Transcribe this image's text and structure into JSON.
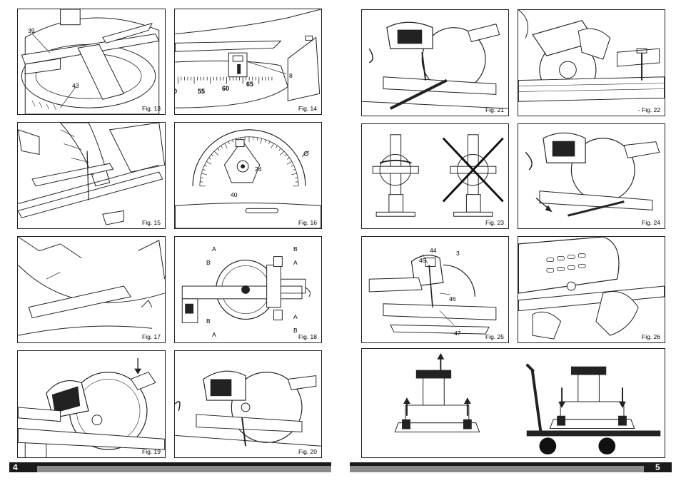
{
  "left_page": {
    "page_number": "4",
    "figures": [
      {
        "id": "fig13",
        "caption": "Fig. 13",
        "callouts": [
          "39",
          "43"
        ]
      },
      {
        "id": "fig14",
        "caption": "Fig. 14",
        "callouts": [
          "8"
        ],
        "scale_labels": [
          "0",
          "55",
          "60",
          "65"
        ]
      },
      {
        "id": "fig15",
        "caption": "Fig. 15",
        "callouts": []
      },
      {
        "id": "fig16",
        "caption": "Fig. 16",
        "callouts": [
          "24",
          "40"
        ]
      },
      {
        "id": "fig17",
        "caption": "Fig. 17",
        "callouts": []
      },
      {
        "id": "fig18",
        "caption": "Fig. 18",
        "callouts": [
          "A",
          "B",
          "B",
          "A",
          "B",
          "A",
          "A",
          "B"
        ]
      },
      {
        "id": "fig19",
        "caption": "Fig. 19",
        "callouts": []
      },
      {
        "id": "fig20",
        "caption": "Fig. 20",
        "callouts": []
      }
    ]
  },
  "right_page": {
    "page_number": "5",
    "figures": [
      {
        "id": "fig21",
        "caption": "Fig. 21",
        "callouts": []
      },
      {
        "id": "fig22",
        "caption": "- Fig. 22",
        "callouts": []
      },
      {
        "id": "fig23",
        "caption": "Fig. 23",
        "callouts": []
      },
      {
        "id": "fig24",
        "caption": "Fig. 24",
        "callouts": []
      },
      {
        "id": "fig25",
        "caption": "Fig. 25",
        "callouts": [
          "44",
          "45",
          "3",
          "46",
          "47"
        ]
      },
      {
        "id": "fig26",
        "caption": "Fig. 26",
        "callouts": []
      }
    ]
  },
  "colors": {
    "line": "#222222",
    "footer_dark": "#1b1b1b",
    "footer_grey": "#8b8b8b"
  }
}
